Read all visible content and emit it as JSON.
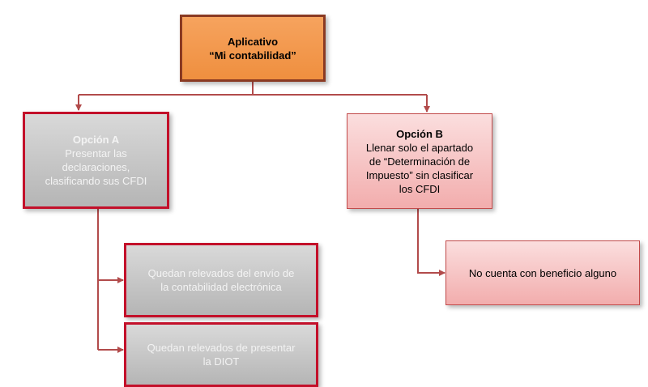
{
  "diagram": {
    "root": {
      "line1": "Aplicativo",
      "line2": "“Mi contabilidad”"
    },
    "option_a": {
      "title": "Opción A",
      "lines": [
        "Presentar las",
        "declaraciones,",
        "clasificando sus CFDI"
      ]
    },
    "option_b": {
      "title": "Opción B",
      "lines": [
        "Llenar solo el apartado",
        "de “Determinación de",
        "Impuesto” sin clasificar",
        "los CFDI"
      ]
    },
    "result_a1": {
      "lines": [
        "Quedan relevados del envío de",
        "la contabilidad electrónica"
      ]
    },
    "result_a2": {
      "lines": [
        "Quedan relevados de presentar",
        "la DIOT"
      ]
    },
    "result_b": {
      "lines": [
        "No cuenta con beneficio alguno"
      ]
    }
  },
  "colors": {
    "connector": "#b24b4b",
    "root_fill": "#ef8f3f",
    "root_border": "#8a3a23",
    "option_a_fill": "#c8c8c8",
    "option_a_border": "#c3102a",
    "option_b_fill": "#f5bcbc"
  }
}
